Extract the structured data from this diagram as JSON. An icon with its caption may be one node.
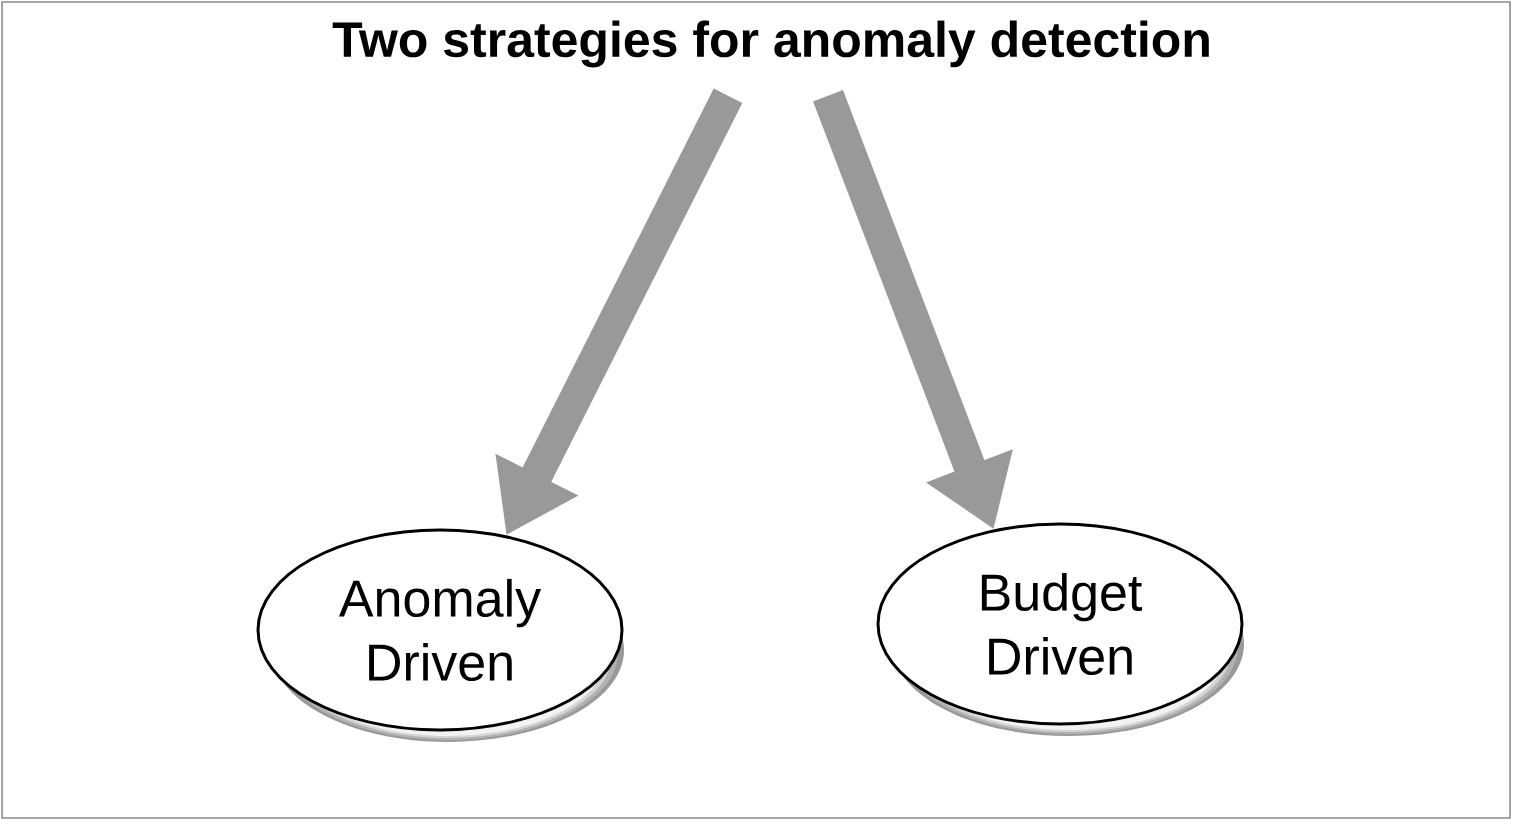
{
  "diagram": {
    "nodes": [
      {
        "text": [
          "Two strategies for anomaly detection"
        ]
      },
      {
        "text": [
          "Anomaly Driven"
        ]
      },
      {
        "text": [
          "Budget Driven"
        ]
      }
    ],
    "edges": [
      {
        "from": 0,
        "to": 1,
        "arrow": "to"
      },
      {
        "from": 0,
        "to": 2,
        "arrow": "to"
      }
    ]
  }
}
